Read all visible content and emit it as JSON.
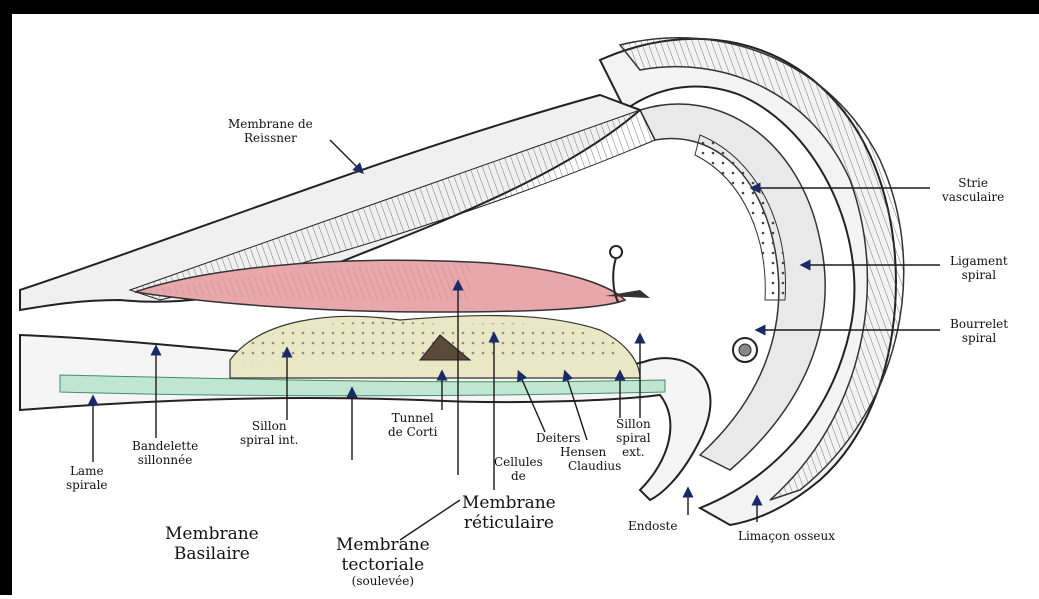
{
  "labels": {
    "reissner_l1": "Membrane de",
    "reissner_l2": "Reissner",
    "strie_l1": "Strie",
    "strie_l2": "vasculaire",
    "ligament_l1": "Ligament",
    "ligament_l2": "spiral",
    "bourrelet_l1": "Bourrelet",
    "bourrelet_l2": "spiral",
    "lame_l1": "Lame",
    "lame_l2": "spirale",
    "bandelette_l1": "Bandelette",
    "bandelette_l2": "sillonnée",
    "sillon_int_l1": "Sillon",
    "sillon_int_l2": "spiral int.",
    "tunnel_l1": "Tunnel",
    "tunnel_l2": "de Corti",
    "deiters": "Deiters",
    "hensen": "Hensen",
    "claudius": "Claudius",
    "cellules_l1": "Cellules",
    "cellules_l2": "de",
    "sillon_ext_l1": "Sillon",
    "sillon_ext_l2": "spiral",
    "sillon_ext_l3": "ext.",
    "basilaire_l1": "Membrane",
    "basilaire_l2": "Basilaire",
    "tectoriale_l1": "Membrane",
    "tectoriale_l2": "tectoriale",
    "tectoriale_l3": "(soulevée)",
    "reticulaire_l1": "Membrane",
    "reticulaire_l2": "réticulaire",
    "endoste": "Endoste",
    "limacon": "Limaçon osseux"
  },
  "colors": {
    "ink": "#1a1a1a",
    "border": "#000000",
    "tectorial_fill": "#e8a7ab",
    "basilar_fill": "#bfe6d0",
    "organ_fill": "#e9e7c4",
    "arrow": "#1a2a66"
  }
}
